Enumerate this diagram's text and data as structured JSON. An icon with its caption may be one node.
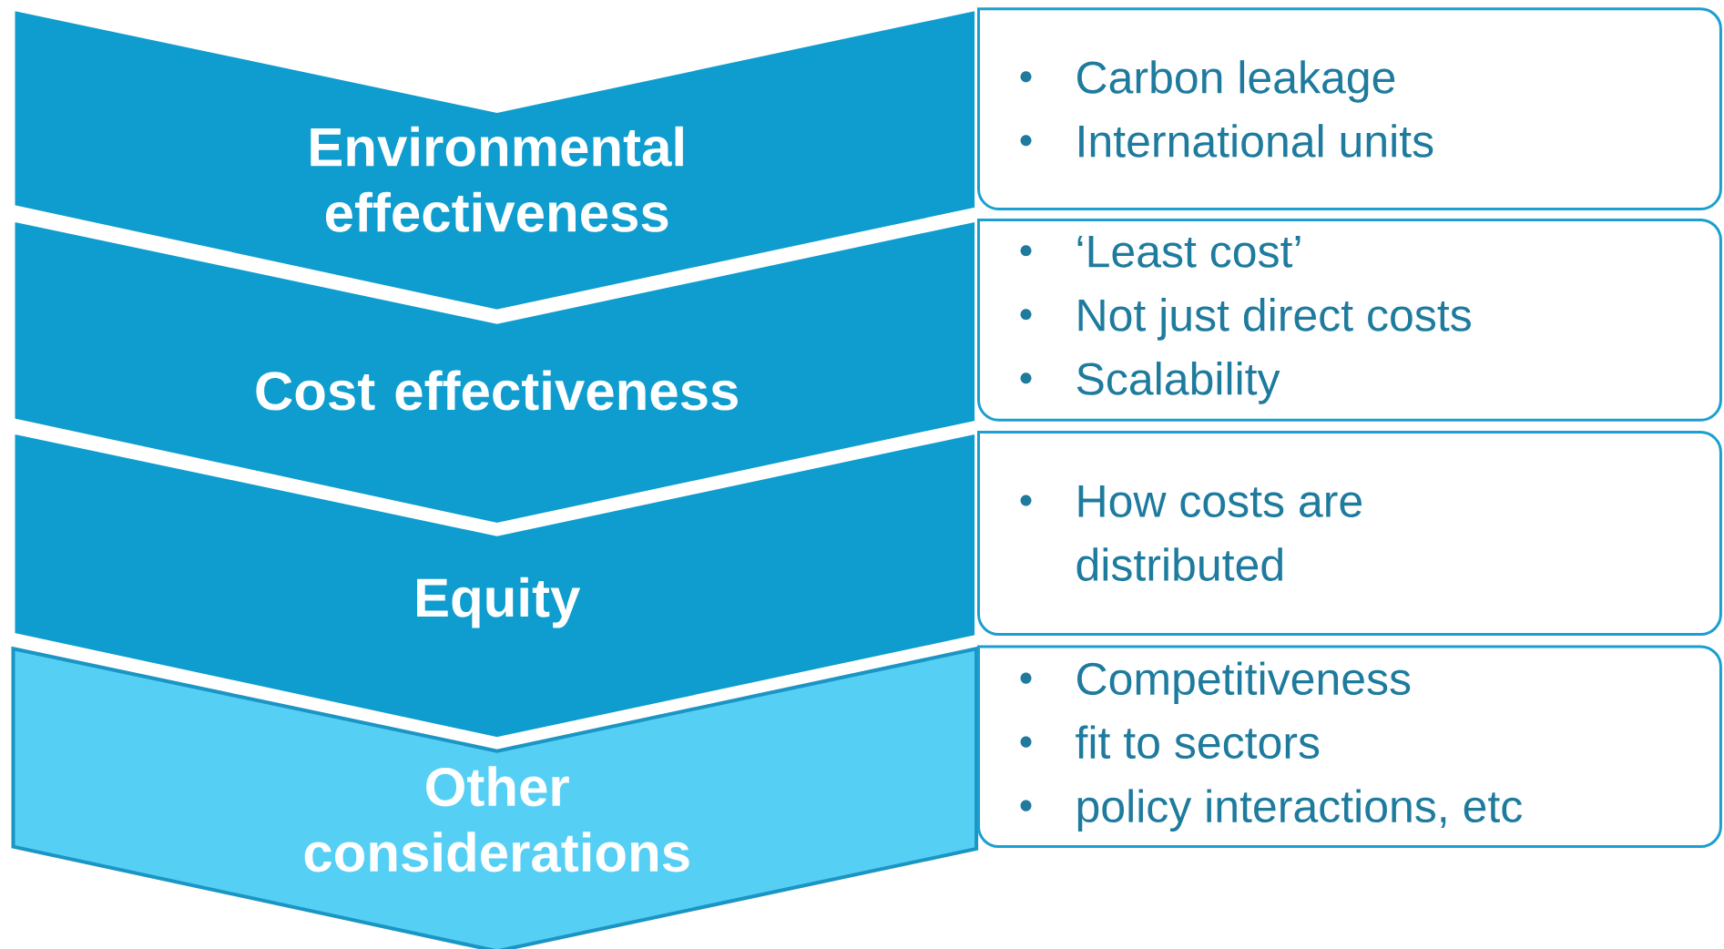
{
  "diagram": {
    "nodes": [
      {
        "text": [
          "Environmental effectiveness"
        ]
      },
      {
        "text": [
          "Carbon leakage",
          "International units"
        ]
      },
      {
        "text": [
          "Cost effectiveness"
        ]
      },
      {
        "text": [
          "‘Least cost’",
          "Not just direct costs",
          "Scalability"
        ]
      },
      {
        "text": [
          "Equity"
        ]
      },
      {
        "text": [
          "How costs are distributed"
        ]
      },
      {
        "text": [
          "Other considerations"
        ]
      },
      {
        "text": [
          "Competitiveness",
          "fit to sectors",
          "policy interactions, etc"
        ]
      }
    ]
  }
}
